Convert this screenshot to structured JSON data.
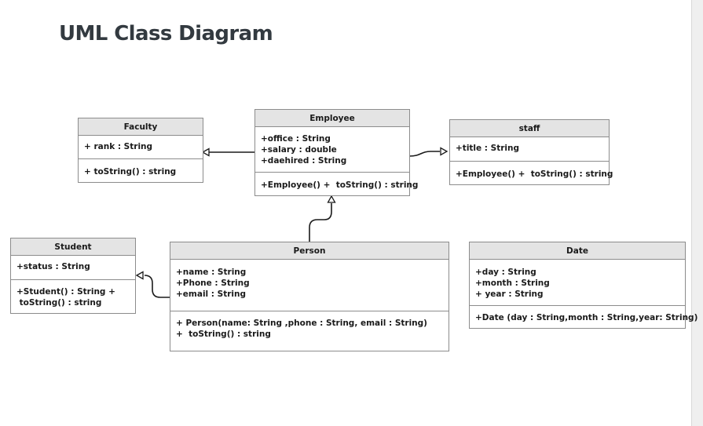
{
  "title": "UML Class Diagram",
  "classes": {
    "faculty": {
      "name": "Faculty",
      "attributes": [
        "+ rank : String"
      ],
      "operations": [
        "+ toString() : string"
      ]
    },
    "employee": {
      "name": "Employee",
      "attributes": [
        "+office : String",
        "+salary : double",
        "+daehired : String"
      ],
      "operations": [
        "+Employee() +  toString() : string"
      ]
    },
    "staff": {
      "name": "staff",
      "attributes": [
        "+title : String"
      ],
      "operations": [
        "+Employee() +  toString() : string"
      ]
    },
    "student": {
      "name": "Student",
      "attributes": [
        "+status : String"
      ],
      "operations": [
        "+Student() : String +",
        " toString() : string"
      ]
    },
    "person": {
      "name": "Person",
      "attributes": [
        "+name : String",
        "+Phone : String",
        "+email : String"
      ],
      "operations": [
        "+ Person(name: String ,phone : String, email : String)",
        "+  toString() : string"
      ]
    },
    "date": {
      "name": "Date",
      "attributes": [
        "+day : String",
        "+month : String",
        "+ year : String"
      ],
      "operations": [
        "+Date (day : String,month : String,year: String)"
      ]
    }
  },
  "colors": {
    "title": "#333a40",
    "header_fill": "#e4e4e4",
    "border": "#8c8c8c",
    "connector": "#1a1a1a"
  }
}
